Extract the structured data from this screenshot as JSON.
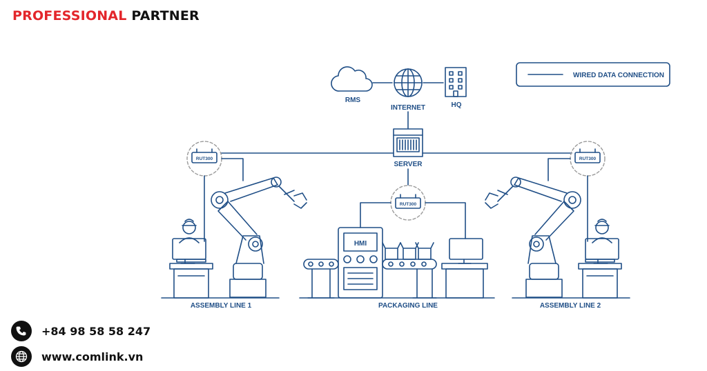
{
  "brand": {
    "word1": "PROFESSIONAL",
    "word2": "PARTNER"
  },
  "legend": {
    "label": "WIRED DATA CONNECTION"
  },
  "nodes": {
    "rms": "RMS",
    "internet": "INTERNET",
    "hq": "HQ",
    "server": "SERVER",
    "router_left": "RUT300",
    "router_center": "RUT300",
    "router_right": "RUT300",
    "hmi": "HMI"
  },
  "stations": {
    "line1": "ASSEMBLY LINE 1",
    "packaging": "PACKAGING LINE",
    "line2": "ASSEMBLY LINE 2"
  },
  "contacts": {
    "phone": "+84 98 58 58 247",
    "website": "www.comlink.vn"
  },
  "colors": {
    "line": "#1f4e86",
    "brand_red": "#e3262b",
    "dashed": "#9a9a9a"
  },
  "icons": [
    "cloud-icon",
    "globe-icon",
    "building-icon",
    "server-icon",
    "router-icon",
    "robot-arm-icon",
    "worker-icon",
    "monitor-icon",
    "phone-icon",
    "web-icon"
  ]
}
